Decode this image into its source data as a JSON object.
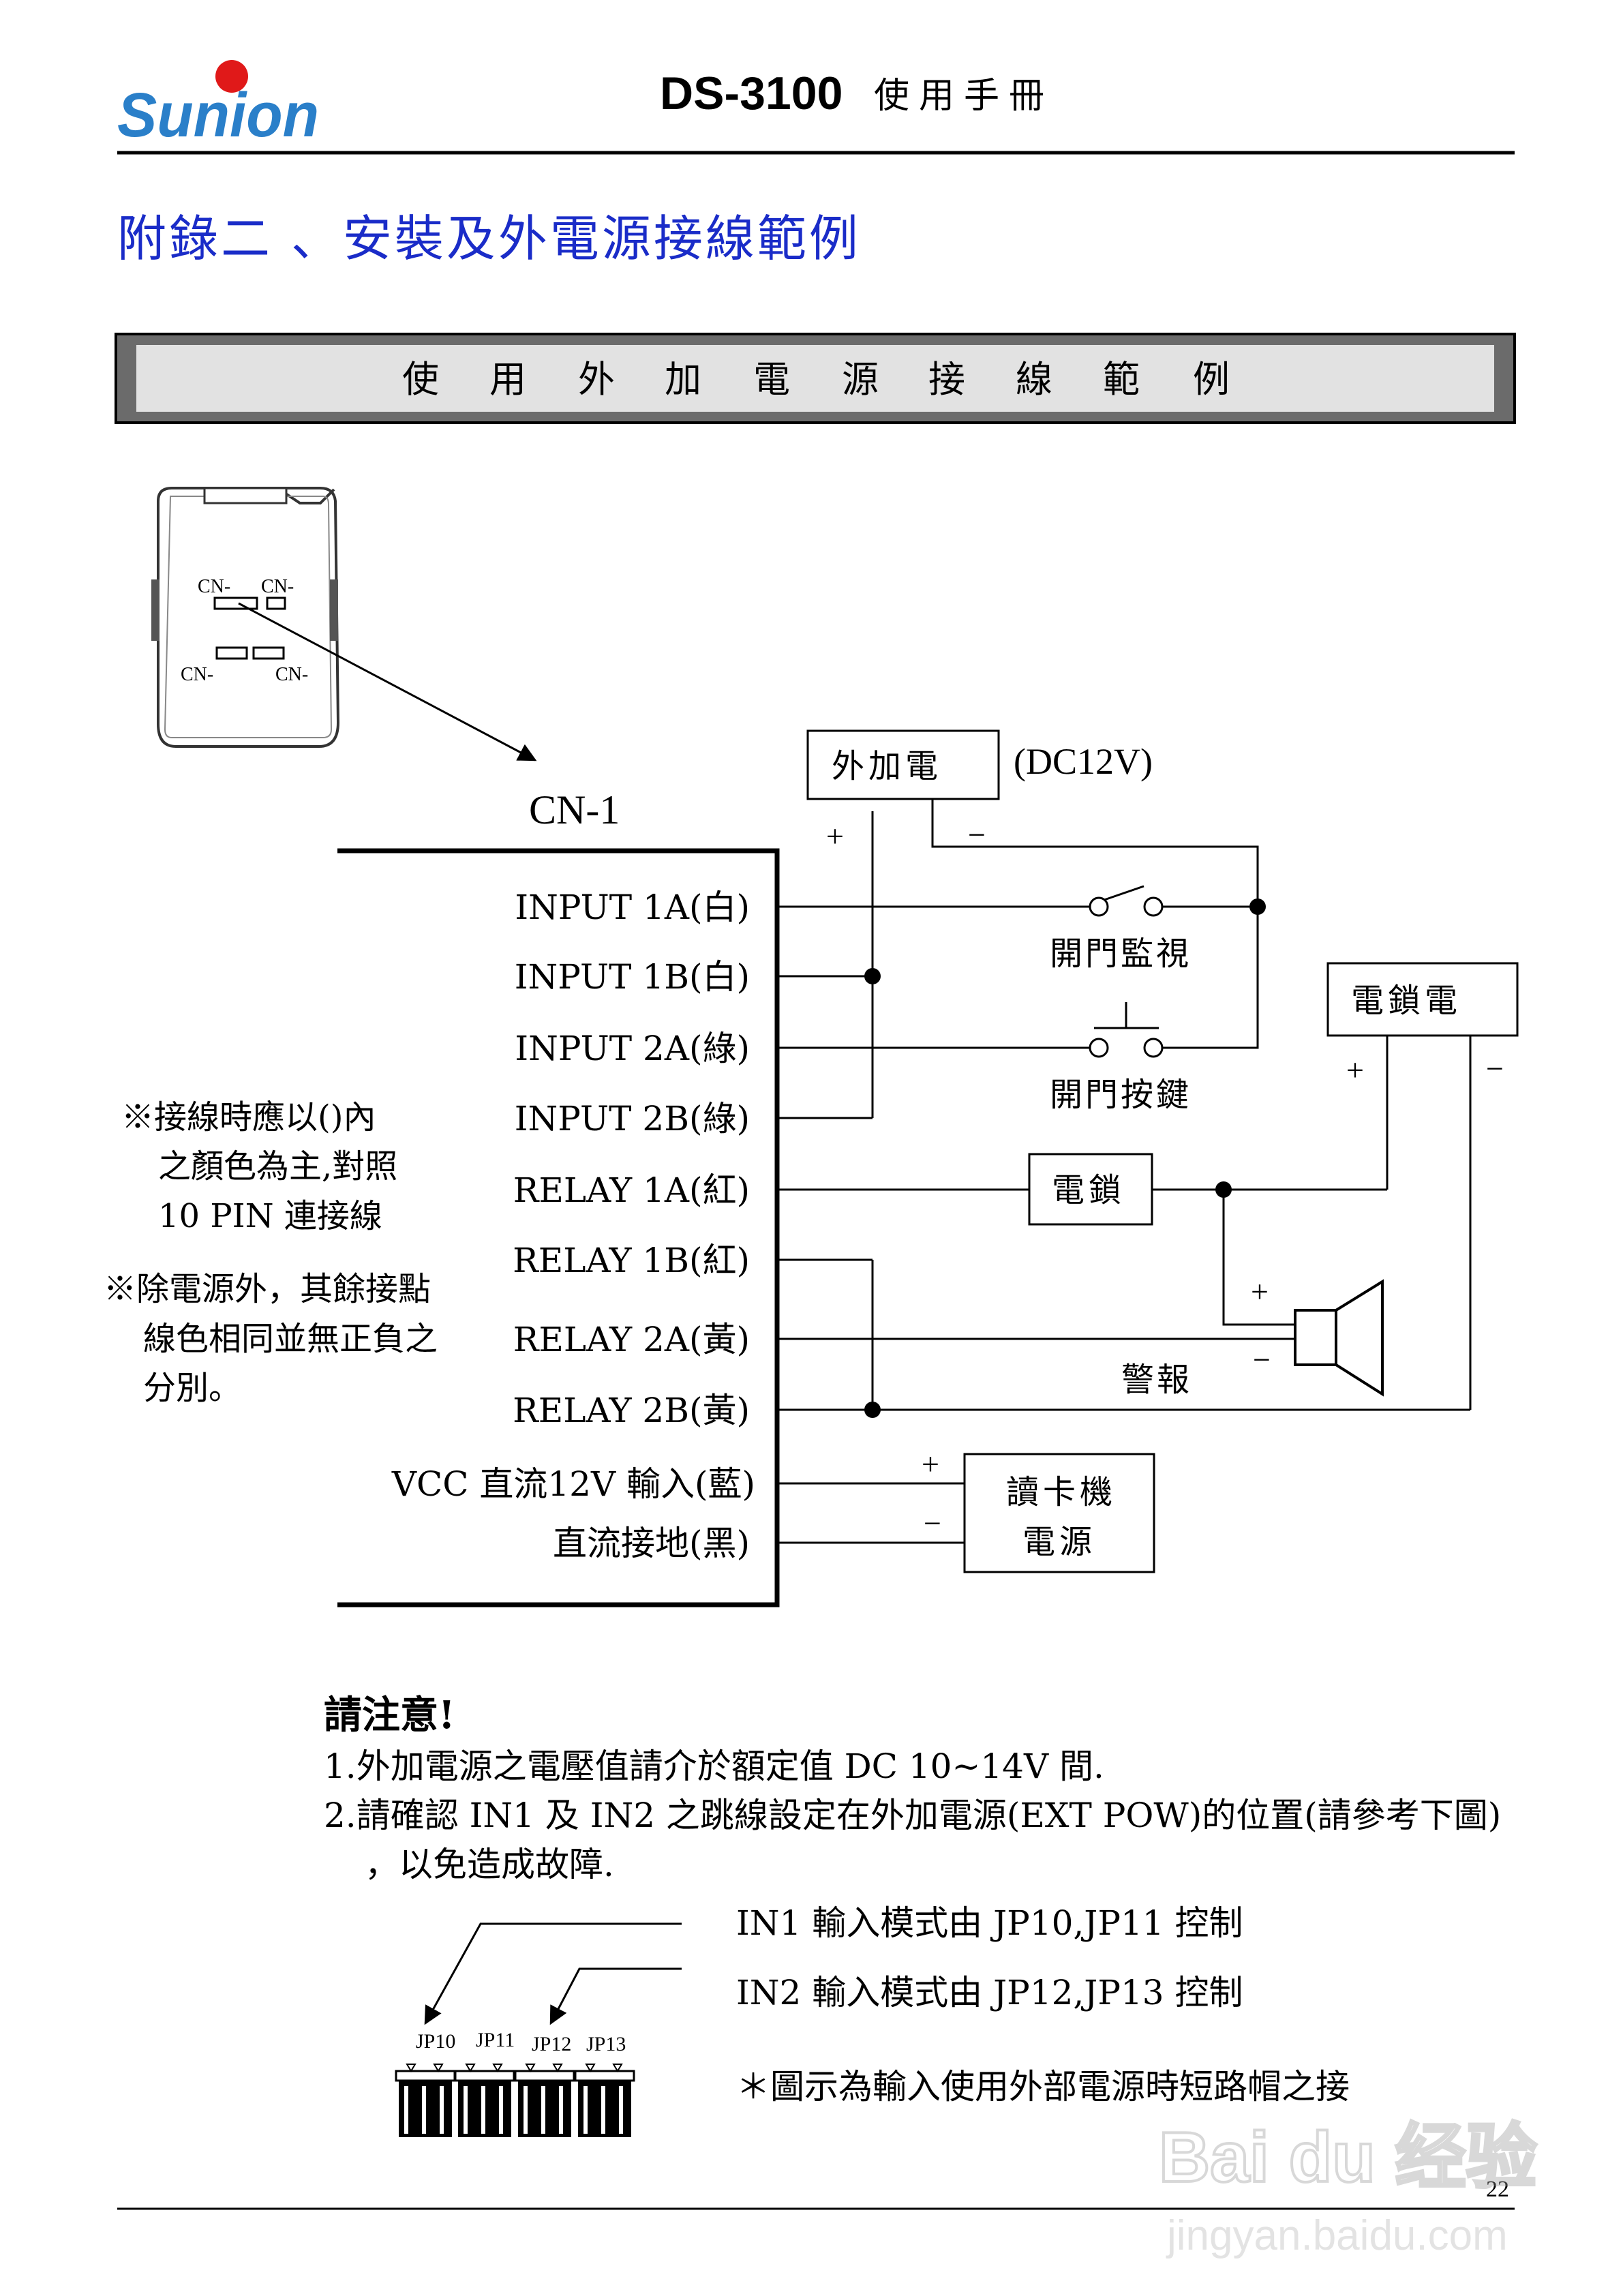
{
  "header": {
    "logo_text": "Sunion",
    "model": "DS-3100",
    "manual": "使用手冊"
  },
  "appendix_title": "附錄二 、安裝及外電源接線範例",
  "banner": [
    "使",
    "用",
    "外",
    "加",
    "電",
    "源",
    "接",
    "線",
    "範",
    "例"
  ],
  "device": {
    "connectors": [
      "CN-",
      "CN-",
      "CN-",
      "CN-"
    ],
    "cn1_label": "CN-1"
  },
  "pins": [
    "INPUT 1A(白)",
    "INPUT 1B(白)",
    "INPUT 2A(綠)",
    "INPUT 2B(綠)",
    "RELAY 1A(紅)",
    "RELAY 1B(紅)",
    "RELAY 2A(黃)",
    "RELAY 2B(黃)",
    "VCC 直流12V 輸入(藍)",
    "直流接地(黑)"
  ],
  "components": {
    "ext_power": "外加電",
    "ext_power_spec": "(DC12V)",
    "door_monitor": "開門監視",
    "door_button": "開門按鍵",
    "lock_power": "電鎖電",
    "lock": "電鎖",
    "alarm": "警報",
    "reader_power_line1": "讀卡機",
    "reader_power_line2": "電源",
    "plus": "+",
    "minus": "−"
  },
  "side_notes": [
    "※接線時應以()內",
    "之顏色為主,對照",
    "10 PIN 連接線",
    "※除電源外，其餘接點",
    "線色相同並無正負之",
    "分別。"
  ],
  "notice": {
    "title": "請注意!",
    "items": [
      "1.外加電源之電壓值請介於額定值 DC 10~14V 間.",
      "2.請確認 IN1 及 IN2 之跳線設定在外加電源(EXT POW)的位置(請參考下圖)",
      "，以免造成故障."
    ]
  },
  "jumper": {
    "labels": [
      "JP10",
      "JP11",
      "JP12",
      "JP13"
    ],
    "in1_text": "IN1 輸入模式由 JP10,JP11 控制",
    "in2_text": "IN2 輸入模式由 JP12,JP13 控制",
    "caption": "＊圖示為輸入使用外部電源時短路帽之接"
  },
  "footer": {
    "page_number": "22",
    "watermark_brand": "Bai du 经验",
    "watermark_url": "jingyan.baidu.com"
  },
  "colors": {
    "title_blue": "#1a2cc8",
    "logo_blue": "#2a7fc9",
    "logo_red": "#e01919",
    "banner_outer": "#6b6b6b",
    "banner_inner": "#e2e2e2",
    "ink": "#000000"
  }
}
